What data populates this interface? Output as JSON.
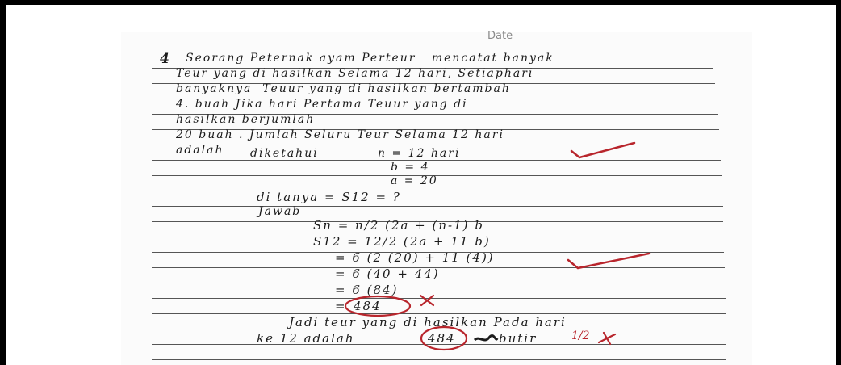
{
  "header": {
    "date_label": "Date"
  },
  "problem": {
    "number": "4",
    "lines": [
      "Seorang Peternak ayam Perteur   mencatat banyak",
      "Teur yang di hasilkan Selama 12 hari, Setiaphari",
      "banyaknya  Teuur yang di hasilkan bertambah",
      "4. buah Jika hari Pertama Teuur yang di",
      "hasilkan berjumlah",
      "20 buah . Jumlah Seluru Teur Selama 12 hari",
      "adalah"
    ]
  },
  "solution": {
    "known_label": "diketahui",
    "known_n": "n = 12 hari",
    "known_b": "b = 4",
    "known_a": "a = 20",
    "asked": "di tanya = S12 = ?",
    "answer_label": "Jawab",
    "step1": "Sn = n/2 (2a + (n-1) b",
    "step2": "S12 = 12/2 (2a + 11 b)",
    "step3": "= 6 (2 (20) + 11 (4))",
    "step4": "= 6 (40 + 44)",
    "step5": "= 6 (84)",
    "step6_prefix": "=",
    "result": "484",
    "conclusion_1": "Jadi teur yang di hasilkan Pada hari",
    "conclusion_2_prefix": "ke 12 adalah",
    "conclusion_value": "484",
    "conclusion_unit": "butir"
  },
  "grading": {
    "score": "1/2",
    "ink_color": "#b8252c"
  }
}
